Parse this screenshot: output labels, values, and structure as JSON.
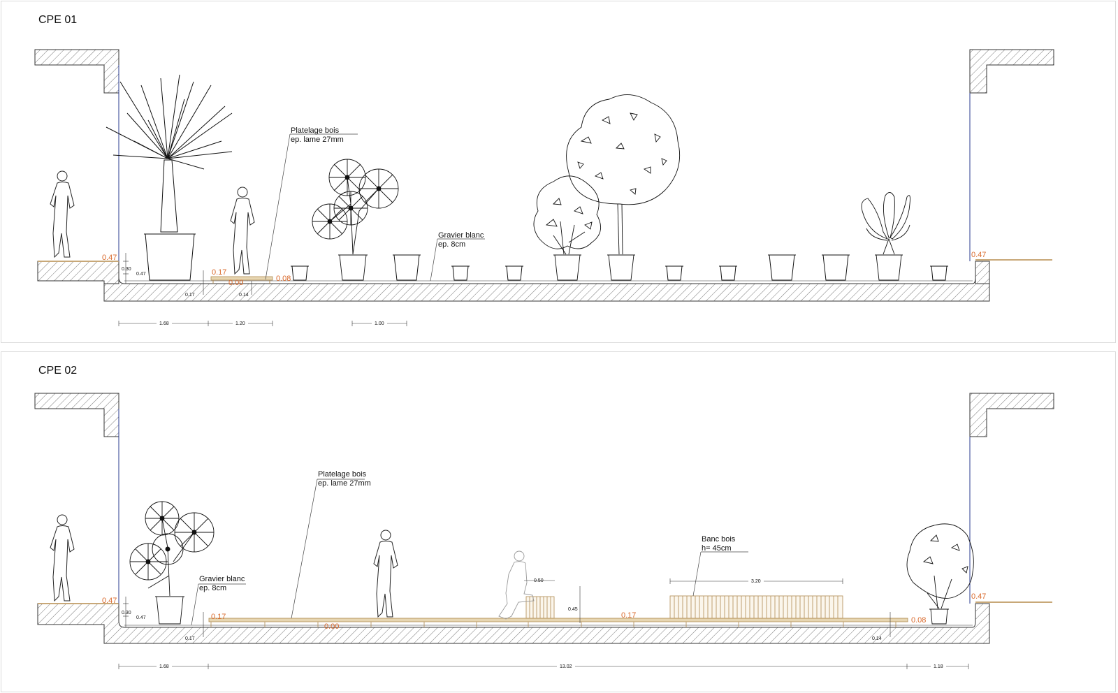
{
  "sections": [
    {
      "title": "CPE 01",
      "labels": {
        "deck": [
          "Platelage bois",
          "ep. lame 27mm"
        ],
        "gravel": [
          "Gravier blanc",
          "ep. 8cm"
        ]
      },
      "levels": {
        "left": "0.47",
        "right": "0.47",
        "deck_top": "0.17",
        "deck_floor": "0.00",
        "edge": "0.08"
      },
      "dims": {
        "d030": "0.30",
        "d047": "0.47",
        "d017": "0.17",
        "d014": "0.14",
        "w168": "1.68",
        "w120": "1.20",
        "w100": "1.00"
      }
    },
    {
      "title": "CPE 02",
      "labels": {
        "deck": [
          "Platelage bois",
          "ep. lame 27mm"
        ],
        "gravel": [
          "Gravier blanc",
          "ep. 8cm"
        ],
        "bench": [
          "Banc bois",
          "h= 45cm"
        ]
      },
      "levels": {
        "left": "0.47",
        "right": "0.47",
        "deck_top": "0.17",
        "deck_floor": "0.00",
        "deck_mid": "0.17",
        "edge": "0.08"
      },
      "dims": {
        "d030": "0.30",
        "d047": "0.47",
        "d017": "0.17",
        "d014": "0.14",
        "d050": "0.50",
        "d045": "0.45",
        "w320": "3.20",
        "w168": "1.68",
        "w1302": "13.02",
        "w118": "1.18"
      }
    }
  ],
  "colors": {
    "level_text": "#d9692b",
    "wood": "#c8a878",
    "wall_glass": "#2a3b8f"
  }
}
